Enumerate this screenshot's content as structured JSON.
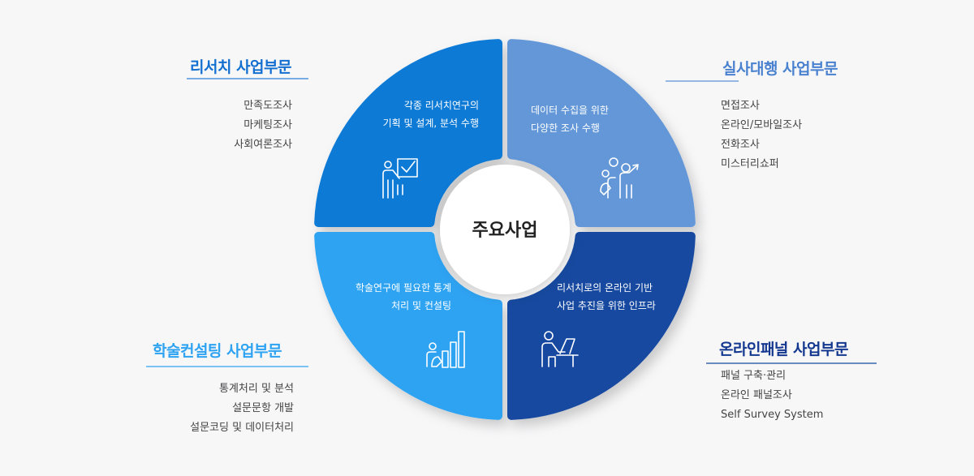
{
  "center": {
    "label": "주요사업"
  },
  "colors": {
    "research": "#0b7ad6",
    "field": "#6497d8",
    "academic": "#2ea3f2",
    "online": "#16489f",
    "research_title": "#1470d0",
    "field_title": "#4a82cf",
    "academic_title": "#2ea3f2",
    "online_title": "#14388f"
  },
  "sections": {
    "research": {
      "title": "리서치 사업부문",
      "desc": [
        "각종 리서치연구의",
        "기획 및 설계, 분석 수행"
      ],
      "items": [
        "만족도조사",
        "마케팅조사",
        "사회여론조사"
      ],
      "icon": "presentation-board-icon"
    },
    "field": {
      "title": "실사대행 사업부문",
      "desc": [
        "데이터 수집을 위한",
        "다양한 조사 수행"
      ],
      "items": [
        "면접조사",
        "온라인/모바일조사",
        "전화조사",
        "미스터리쇼퍼"
      ],
      "icon": "team-growth-icon"
    },
    "academic": {
      "title": "학술컨설팅 사업부문",
      "desc": [
        "학술연구에 필요한 통계",
        "처리 및 컨설팅"
      ],
      "items": [
        "통계처리 및 분석",
        "설문문항 개발",
        "설문코딩 및 데이터처리"
      ],
      "icon": "bar-chart-person-icon"
    },
    "online": {
      "title": "온라인패널 사업부문",
      "desc": [
        "리서치로의 온라인 기반",
        "사업 추진을 위한 인프라"
      ],
      "items": [
        "패널 구축·관리",
        "온라인 패널조사",
        "Self Survey System"
      ],
      "icon": "person-at-computer-icon"
    }
  }
}
